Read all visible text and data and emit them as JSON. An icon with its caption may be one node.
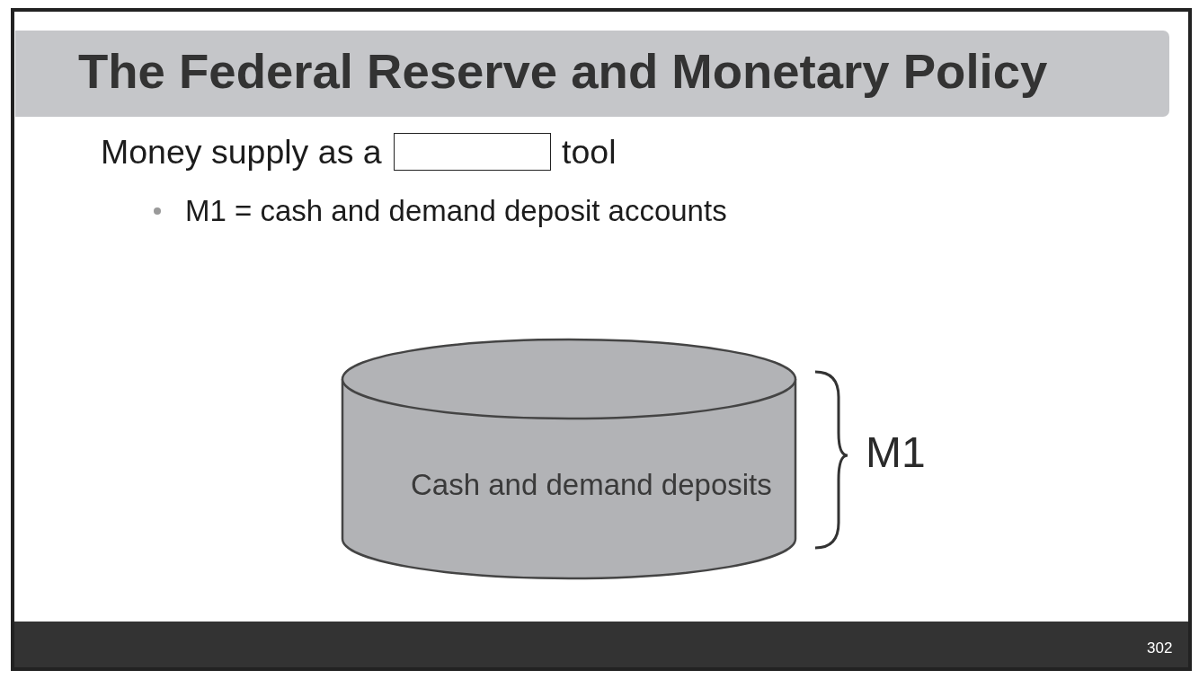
{
  "diagram": {
    "title": "The Federal Reserve and Monetary Policy",
    "nodes": [
      {
        "text": [
          "Cash and demand deposits"
        ],
        "beside": [
          "M1"
        ]
      }
    ],
    "labels": [
      "Money supply as a",
      "tool",
      "M1 = cash and demand deposit accounts",
      "302"
    ]
  }
}
